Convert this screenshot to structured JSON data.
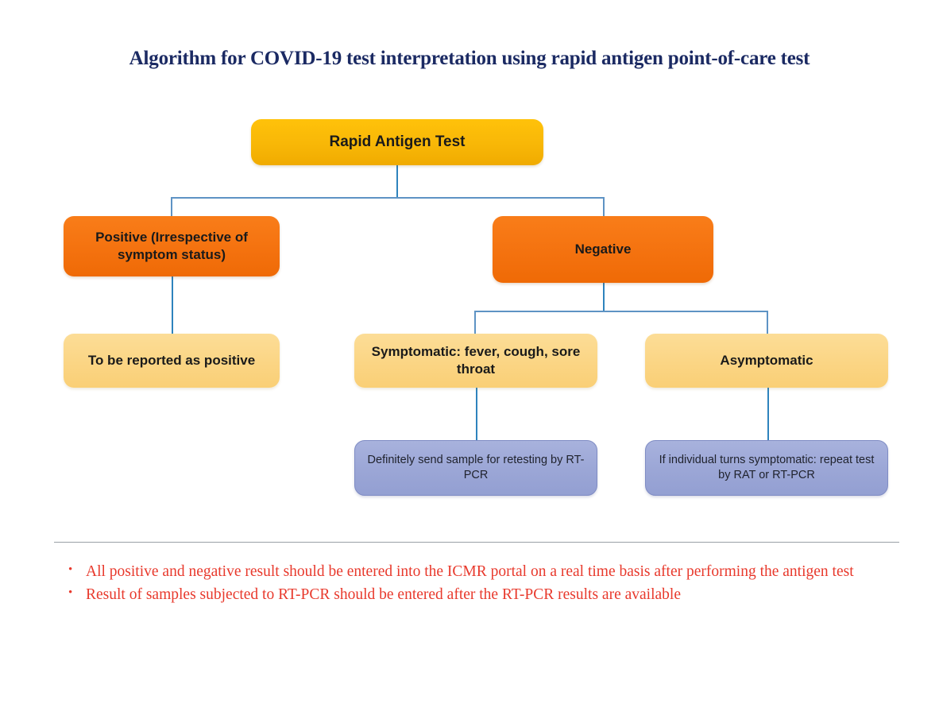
{
  "page": {
    "title": "Algorithm for COVID-19 test interpretation using rapid antigen point-of-care test",
    "background": "#ffffff"
  },
  "colors": {
    "title_text": "#1b2a63",
    "amber_box": "#f8b707",
    "orange_box": "#f4720f",
    "light_yellow_box": "#fbd584",
    "periwinkle_box": "#9ba6d6",
    "connector_line": "#2e83bd",
    "divider_line": "#9aa0a6",
    "note_text": "#e8392c",
    "box_text": "#1a1a1a"
  },
  "flowchart": {
    "type": "flowchart",
    "root": {
      "id": "rapid-antigen-test",
      "label": "Rapid Antigen Test",
      "style": "amber"
    },
    "level2": [
      {
        "id": "positive",
        "label": "Positive (Irrespective of symptom status)",
        "style": "orange"
      },
      {
        "id": "negative",
        "label": "Negative",
        "style": "orange"
      }
    ],
    "level3": [
      {
        "id": "report-positive",
        "label": "To be reported as positive",
        "style": "light-yellow",
        "parent": "positive"
      },
      {
        "id": "symptomatic",
        "label": "Symptomatic: fever, cough, sore throat",
        "style": "light-yellow",
        "parent": "negative"
      },
      {
        "id": "asymptomatic",
        "label": "Asymptomatic",
        "style": "light-yellow",
        "parent": "negative"
      }
    ],
    "level4": [
      {
        "id": "retest-rtpcr",
        "label": "Definitely send sample for retesting by RT-PCR",
        "style": "periwinkle",
        "parent": "symptomatic"
      },
      {
        "id": "repeat-rat-rtpcr",
        "label": "If individual turns symptomatic: repeat test by RAT or RT-PCR",
        "style": "periwinkle",
        "parent": "asymptomatic"
      }
    ]
  },
  "notes": {
    "bullet_glyph": "•",
    "items": [
      "All positive and negative result should be entered into the ICMR portal on a real time basis after performing the antigen test",
      "Result of samples subjected to RT-PCR should be entered after the RT-PCR results are available"
    ]
  }
}
